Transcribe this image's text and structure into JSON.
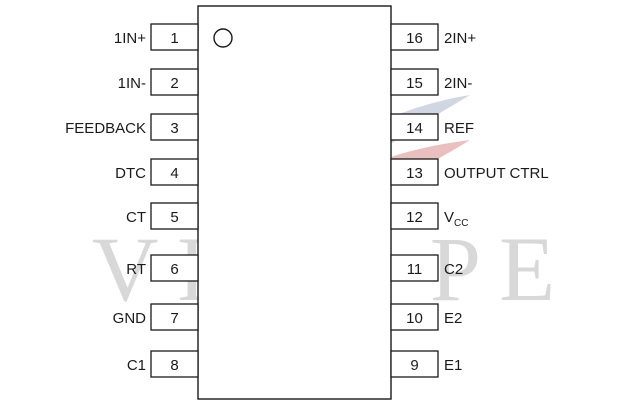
{
  "watermark": {
    "text": "VINA PE"
  },
  "pins_left": [
    {
      "number": "1",
      "label": "1IN+"
    },
    {
      "number": "2",
      "label": "1IN-"
    },
    {
      "number": "3",
      "label": "FEEDBACK"
    },
    {
      "number": "4",
      "label": "DTC"
    },
    {
      "number": "5",
      "label": "CT"
    },
    {
      "number": "6",
      "label": "RT"
    },
    {
      "number": "7",
      "label": "GND"
    },
    {
      "number": "8",
      "label": "C1"
    }
  ],
  "pins_right": [
    {
      "number": "16",
      "label": "2IN+"
    },
    {
      "number": "15",
      "label": "2IN-"
    },
    {
      "number": "14",
      "label": "REF"
    },
    {
      "number": "13",
      "label": "OUTPUT CTRL"
    },
    {
      "number": "12",
      "label": "V",
      "label_sub": "CC"
    },
    {
      "number": "11",
      "label": "C2"
    },
    {
      "number": "10",
      "label": "E2"
    },
    {
      "number": "9",
      "label": "E1"
    }
  ]
}
